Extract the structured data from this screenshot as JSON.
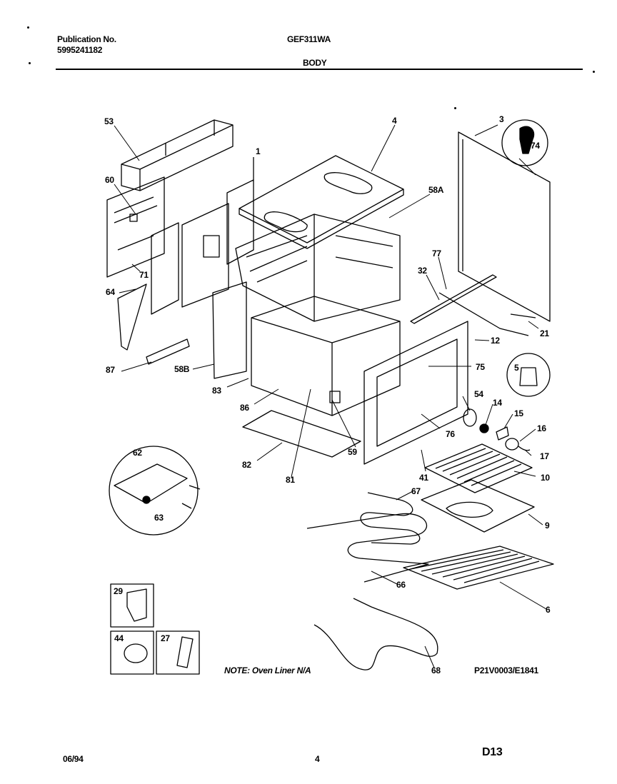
{
  "header": {
    "publication_label": "Publication No.",
    "publication_number": "5995241182",
    "model": "GEF311WA",
    "section": "BODY"
  },
  "parts": [
    {
      "id": "p53",
      "label": "53"
    },
    {
      "id": "p60",
      "label": "60"
    },
    {
      "id": "p71",
      "label": "71"
    },
    {
      "id": "p1",
      "label": "1"
    },
    {
      "id": "p4",
      "label": "4"
    },
    {
      "id": "p58A",
      "label": "58A"
    },
    {
      "id": "p3",
      "label": "3"
    },
    {
      "id": "p74",
      "label": "74"
    },
    {
      "id": "p77",
      "label": "77"
    },
    {
      "id": "p32",
      "label": "32"
    },
    {
      "id": "p21",
      "label": "21"
    },
    {
      "id": "p64",
      "label": "64"
    },
    {
      "id": "p12",
      "label": "12"
    },
    {
      "id": "p87",
      "label": "87"
    },
    {
      "id": "p58B",
      "label": "58B"
    },
    {
      "id": "p75",
      "label": "75"
    },
    {
      "id": "p5",
      "label": "5"
    },
    {
      "id": "p83",
      "label": "83"
    },
    {
      "id": "p86",
      "label": "86"
    },
    {
      "id": "p54",
      "label": "54"
    },
    {
      "id": "p14",
      "label": "14"
    },
    {
      "id": "p15",
      "label": "15"
    },
    {
      "id": "p16",
      "label": "16"
    },
    {
      "id": "p76",
      "label": "76"
    },
    {
      "id": "p17",
      "label": "17"
    },
    {
      "id": "p62",
      "label": "62"
    },
    {
      "id": "p82",
      "label": "82"
    },
    {
      "id": "p59",
      "label": "59"
    },
    {
      "id": "p81",
      "label": "81"
    },
    {
      "id": "p41",
      "label": "41"
    },
    {
      "id": "p10",
      "label": "10"
    },
    {
      "id": "p63",
      "label": "63"
    },
    {
      "id": "p67",
      "label": "67"
    },
    {
      "id": "p9",
      "label": "9"
    },
    {
      "id": "p66",
      "label": "66"
    },
    {
      "id": "p6",
      "label": "6"
    },
    {
      "id": "p29",
      "label": "29"
    },
    {
      "id": "p44",
      "label": "44"
    },
    {
      "id": "p27",
      "label": "27"
    },
    {
      "id": "p68",
      "label": "68"
    }
  ],
  "note": "NOTE: Oven Liner N/A",
  "figure_code": "P21V0003/E1841",
  "footer": {
    "date": "06/94",
    "page_number": "4",
    "page_code": "D13"
  }
}
